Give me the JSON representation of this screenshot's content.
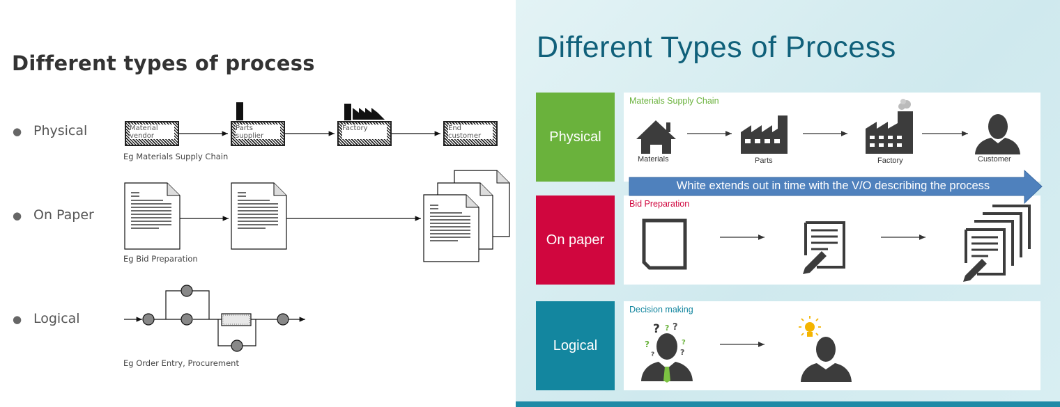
{
  "left": {
    "title": "Different types of process",
    "bullets": [
      {
        "label": "Physical",
        "caption": "Eg Materials Supply Chain"
      },
      {
        "label": "On Paper",
        "caption": "Eg Bid Preparation"
      },
      {
        "label": "Logical",
        "caption": "Eg Order Entry, Procurement"
      }
    ],
    "physical_boxes": [
      "Material vendor",
      "Parts supplier",
      "Factory",
      "End customer"
    ]
  },
  "right": {
    "title": "Different Types of Process",
    "rows": [
      {
        "tile": "Physical",
        "tile_color": "#6ab23c",
        "panel_title": "Materials Supply Chain",
        "panel_title_color": "#6ab23c",
        "labels": [
          "Materials",
          "Parts",
          "Factory",
          "Customer"
        ]
      },
      {
        "tile": "On paper",
        "tile_color": "#d0063e",
        "panel_title": "Bid Preparation",
        "panel_title_color": "#d0063e"
      },
      {
        "tile": "Logical",
        "tile_color": "#13869f",
        "panel_title": "Decision making",
        "panel_title_color": "#13869f"
      }
    ],
    "banner": {
      "text": "White extends out in time with the V/O describing the process",
      "color": "#4f81bd"
    }
  }
}
